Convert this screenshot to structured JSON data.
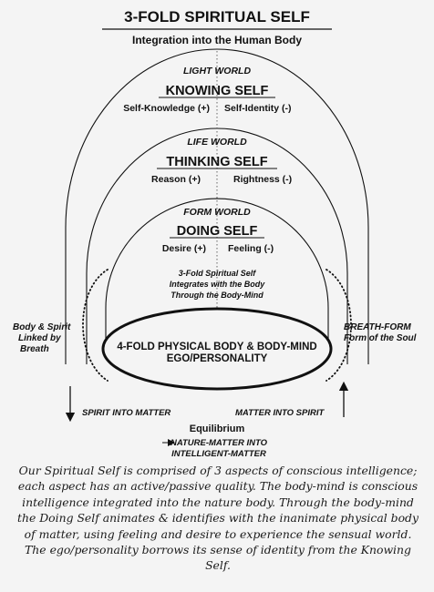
{
  "title": "3-FOLD SPIRITUAL SELF",
  "subtitle": "Integration into the Human Body",
  "light_world": {
    "label": "LIGHT WORLD",
    "self": "KNOWING SELF",
    "left": "Self-Knowledge (+)",
    "right": "Self-Identity (-)"
  },
  "life_world": {
    "label": "LIFE WORLD",
    "self": "THINKING SELF",
    "left": "Reason (+)",
    "right": "Rightness (-)"
  },
  "form_world": {
    "label": "FORM WORLD",
    "self": "DOING SELF",
    "left": "Desire (+)",
    "right": "Feeling (-)"
  },
  "integration": [
    "3-Fold Spiritual Self",
    "Integrates with the Body",
    "Through the Body-Mind"
  ],
  "body": {
    "line1": "4-FOLD PHYSICAL BODY & BODY-MIND",
    "line2": "EGO/PERSONALITY"
  },
  "left_note": [
    "Body & Spirit",
    "Linked by",
    "Breath"
  ],
  "right_note": [
    "BREATH-FORM",
    "Form of the Soul"
  ],
  "spirit_into_matter": "SPIRIT INTO MATTER",
  "matter_into_spirit": "MATTER INTO SPIRIT",
  "equilibrium": "Equilibrium",
  "nature_matter": [
    "NATURE-MATTER INTO",
    "INTELLIGENT-MATTER"
  ],
  "caption": "Our Spiritual Self is comprised of 3 aspects of conscious intelligence; each aspect has an active/passive quality. The body-mind is conscious intelligence integrated into the nature body. Through the body-mind the Doing Self animates & identifies with the inanimate physical body of matter, using feeling and desire to experience the sensual world. The ego/personality borrows its sense of identity from the Knowing Self."
}
